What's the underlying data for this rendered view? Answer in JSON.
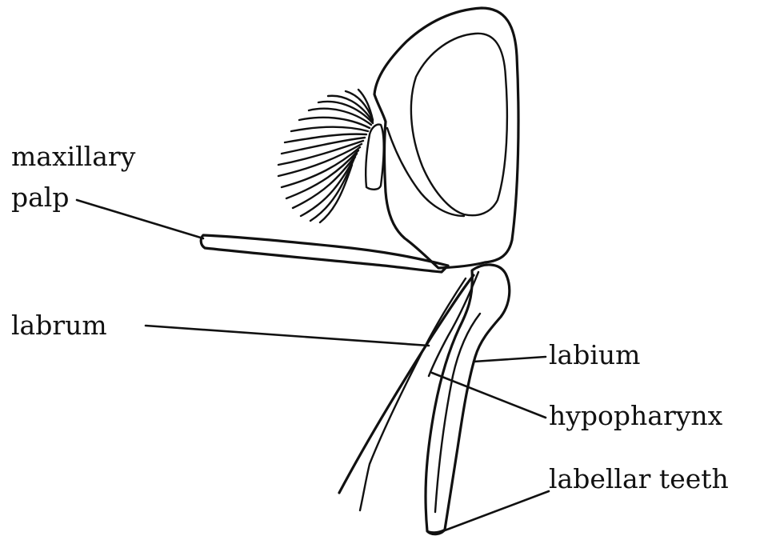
{
  "labels": {
    "maxillary_palp_line1": "maxillary",
    "maxillary_palp_line2": "palp",
    "labrum": "labrum",
    "labium": "labium",
    "hypopharynx": "hypopharynx",
    "labellar_teeth": "labellar teeth"
  },
  "colors": {
    "ink": "#111111",
    "background": "#ffffff"
  }
}
